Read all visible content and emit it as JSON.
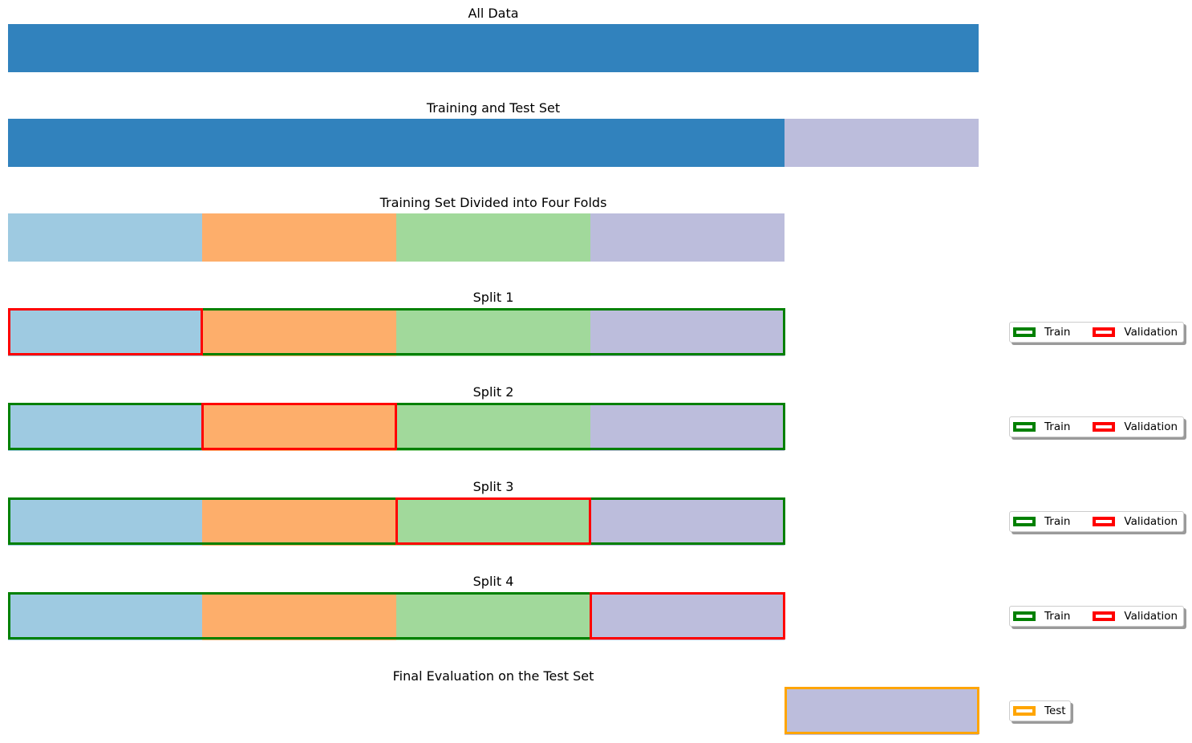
{
  "colors": {
    "all_data": "#3182bd",
    "test": "#bcbddc",
    "fold1": "#9ecae1",
    "fold2": "#fdae6b",
    "fold3": "#a1d99b",
    "fold4": "#bcbddc",
    "train_outline": "#008000",
    "validation_outline": "#ff0000",
    "test_outline": "#ffa500"
  },
  "panels": {
    "all_data": {
      "title": "All Data"
    },
    "train_test": {
      "title": "Training and Test Set",
      "train_fraction": 0.8,
      "test_fraction": 0.2
    },
    "folds": {
      "title": "Training Set Divided into Four Folds",
      "fold_count": 4
    },
    "splits": [
      {
        "title": "Split 1",
        "validation_fold": 1
      },
      {
        "title": "Split 2",
        "validation_fold": 2
      },
      {
        "title": "Split 3",
        "validation_fold": 3
      },
      {
        "title": "Split 4",
        "validation_fold": 4
      }
    ],
    "final": {
      "title": "Final Evaluation on the Test Set"
    }
  },
  "legend": {
    "train_label": "Train",
    "validation_label": "Validation",
    "test_label": "Test"
  }
}
